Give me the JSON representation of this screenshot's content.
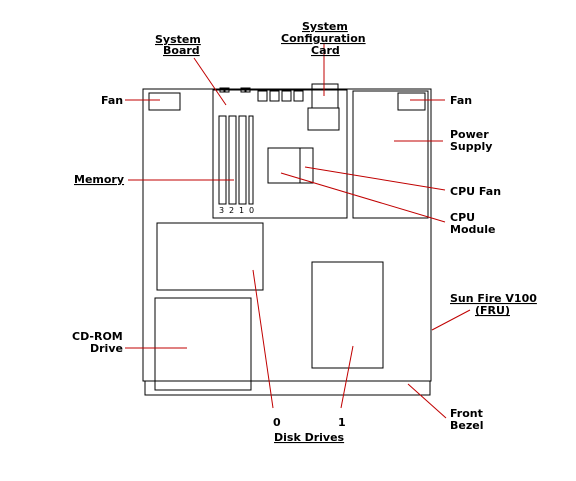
{
  "labels": {
    "fan_left": "Fan",
    "fan_right": "Fan",
    "system_board_1": "System",
    "system_board_2": "Board",
    "sys_config_1": "System",
    "sys_config_2": "Configuration",
    "sys_config_3": "Card",
    "power_supply_1": "Power",
    "power_supply_2": "Supply",
    "memory": "Memory",
    "cpu_fan": "CPU Fan",
    "cpu_module_1": "CPU",
    "cpu_module_2": "Module",
    "sun_fire_1": "Sun Fire V100",
    "sun_fire_2": "(FRU)",
    "cdrom_1": "CD-ROM",
    "cdrom_2": "Drive",
    "front_bezel_1": "Front",
    "front_bezel_2": "Bezel",
    "disk_0": "0",
    "disk_1": "1",
    "disk_drives": "Disk Drives",
    "slots": [
      "3",
      "2",
      "1",
      "0"
    ]
  },
  "colors": {
    "leader": "#c00000",
    "outline": "#000000"
  }
}
